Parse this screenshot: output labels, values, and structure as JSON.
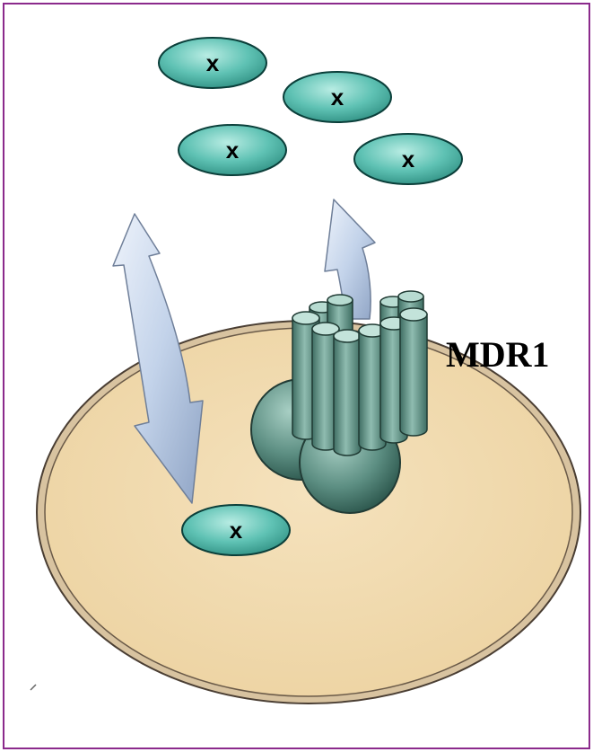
{
  "diagram": {
    "molecules": [
      {
        "label": "x",
        "location": "outside"
      },
      {
        "label": "x",
        "location": "outside"
      },
      {
        "label": "x",
        "location": "outside"
      },
      {
        "label": "x",
        "location": "outside"
      },
      {
        "label": "x",
        "location": "inside"
      }
    ],
    "transporter_label": "MDR1",
    "colors": {
      "border": "#8b2a8c",
      "cell_fill": "#f2dcb0",
      "cell_edge": "#5a4a3a",
      "molecule_fill": "#5fc2b4",
      "molecule_edge": "#0b3f3a",
      "transporter_fill": "#6f9f94",
      "arrow_fill": "#c7d5ea"
    }
  }
}
